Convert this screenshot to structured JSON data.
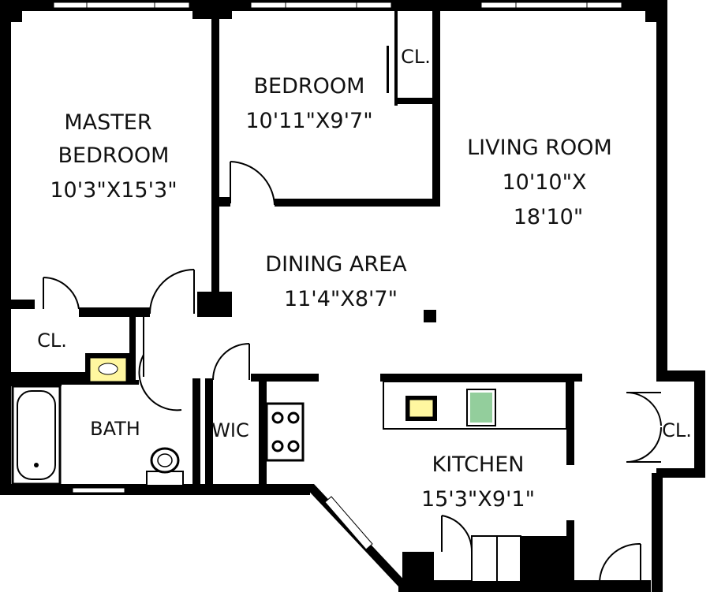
{
  "rooms": {
    "master_bedroom": {
      "line1": "MASTER",
      "line2": "BEDROOM",
      "dims": "10'3\"X15'3\""
    },
    "bedroom": {
      "name": "BEDROOM",
      "dims": "10'11\"X9'7\""
    },
    "living_room": {
      "name": "LIVING ROOM",
      "dims_line1": "10'10\"X",
      "dims_line2": "18'10\""
    },
    "dining_area": {
      "name": "DINING AREA",
      "dims": "11'4\"X8'7\""
    },
    "kitchen": {
      "name": "KITCHEN",
      "dims": "15'3\"X9'1\""
    },
    "bath": {
      "name": "BATH"
    },
    "wic": {
      "name": "WIC"
    },
    "closets": {
      "bedroom": "CL.",
      "master": "CL.",
      "living": "CL."
    }
  },
  "colors": {
    "wall": "#000000",
    "fixture_fill": "#fff7a0",
    "plant_fill": "#3aa64a",
    "background": "#ffffff"
  }
}
